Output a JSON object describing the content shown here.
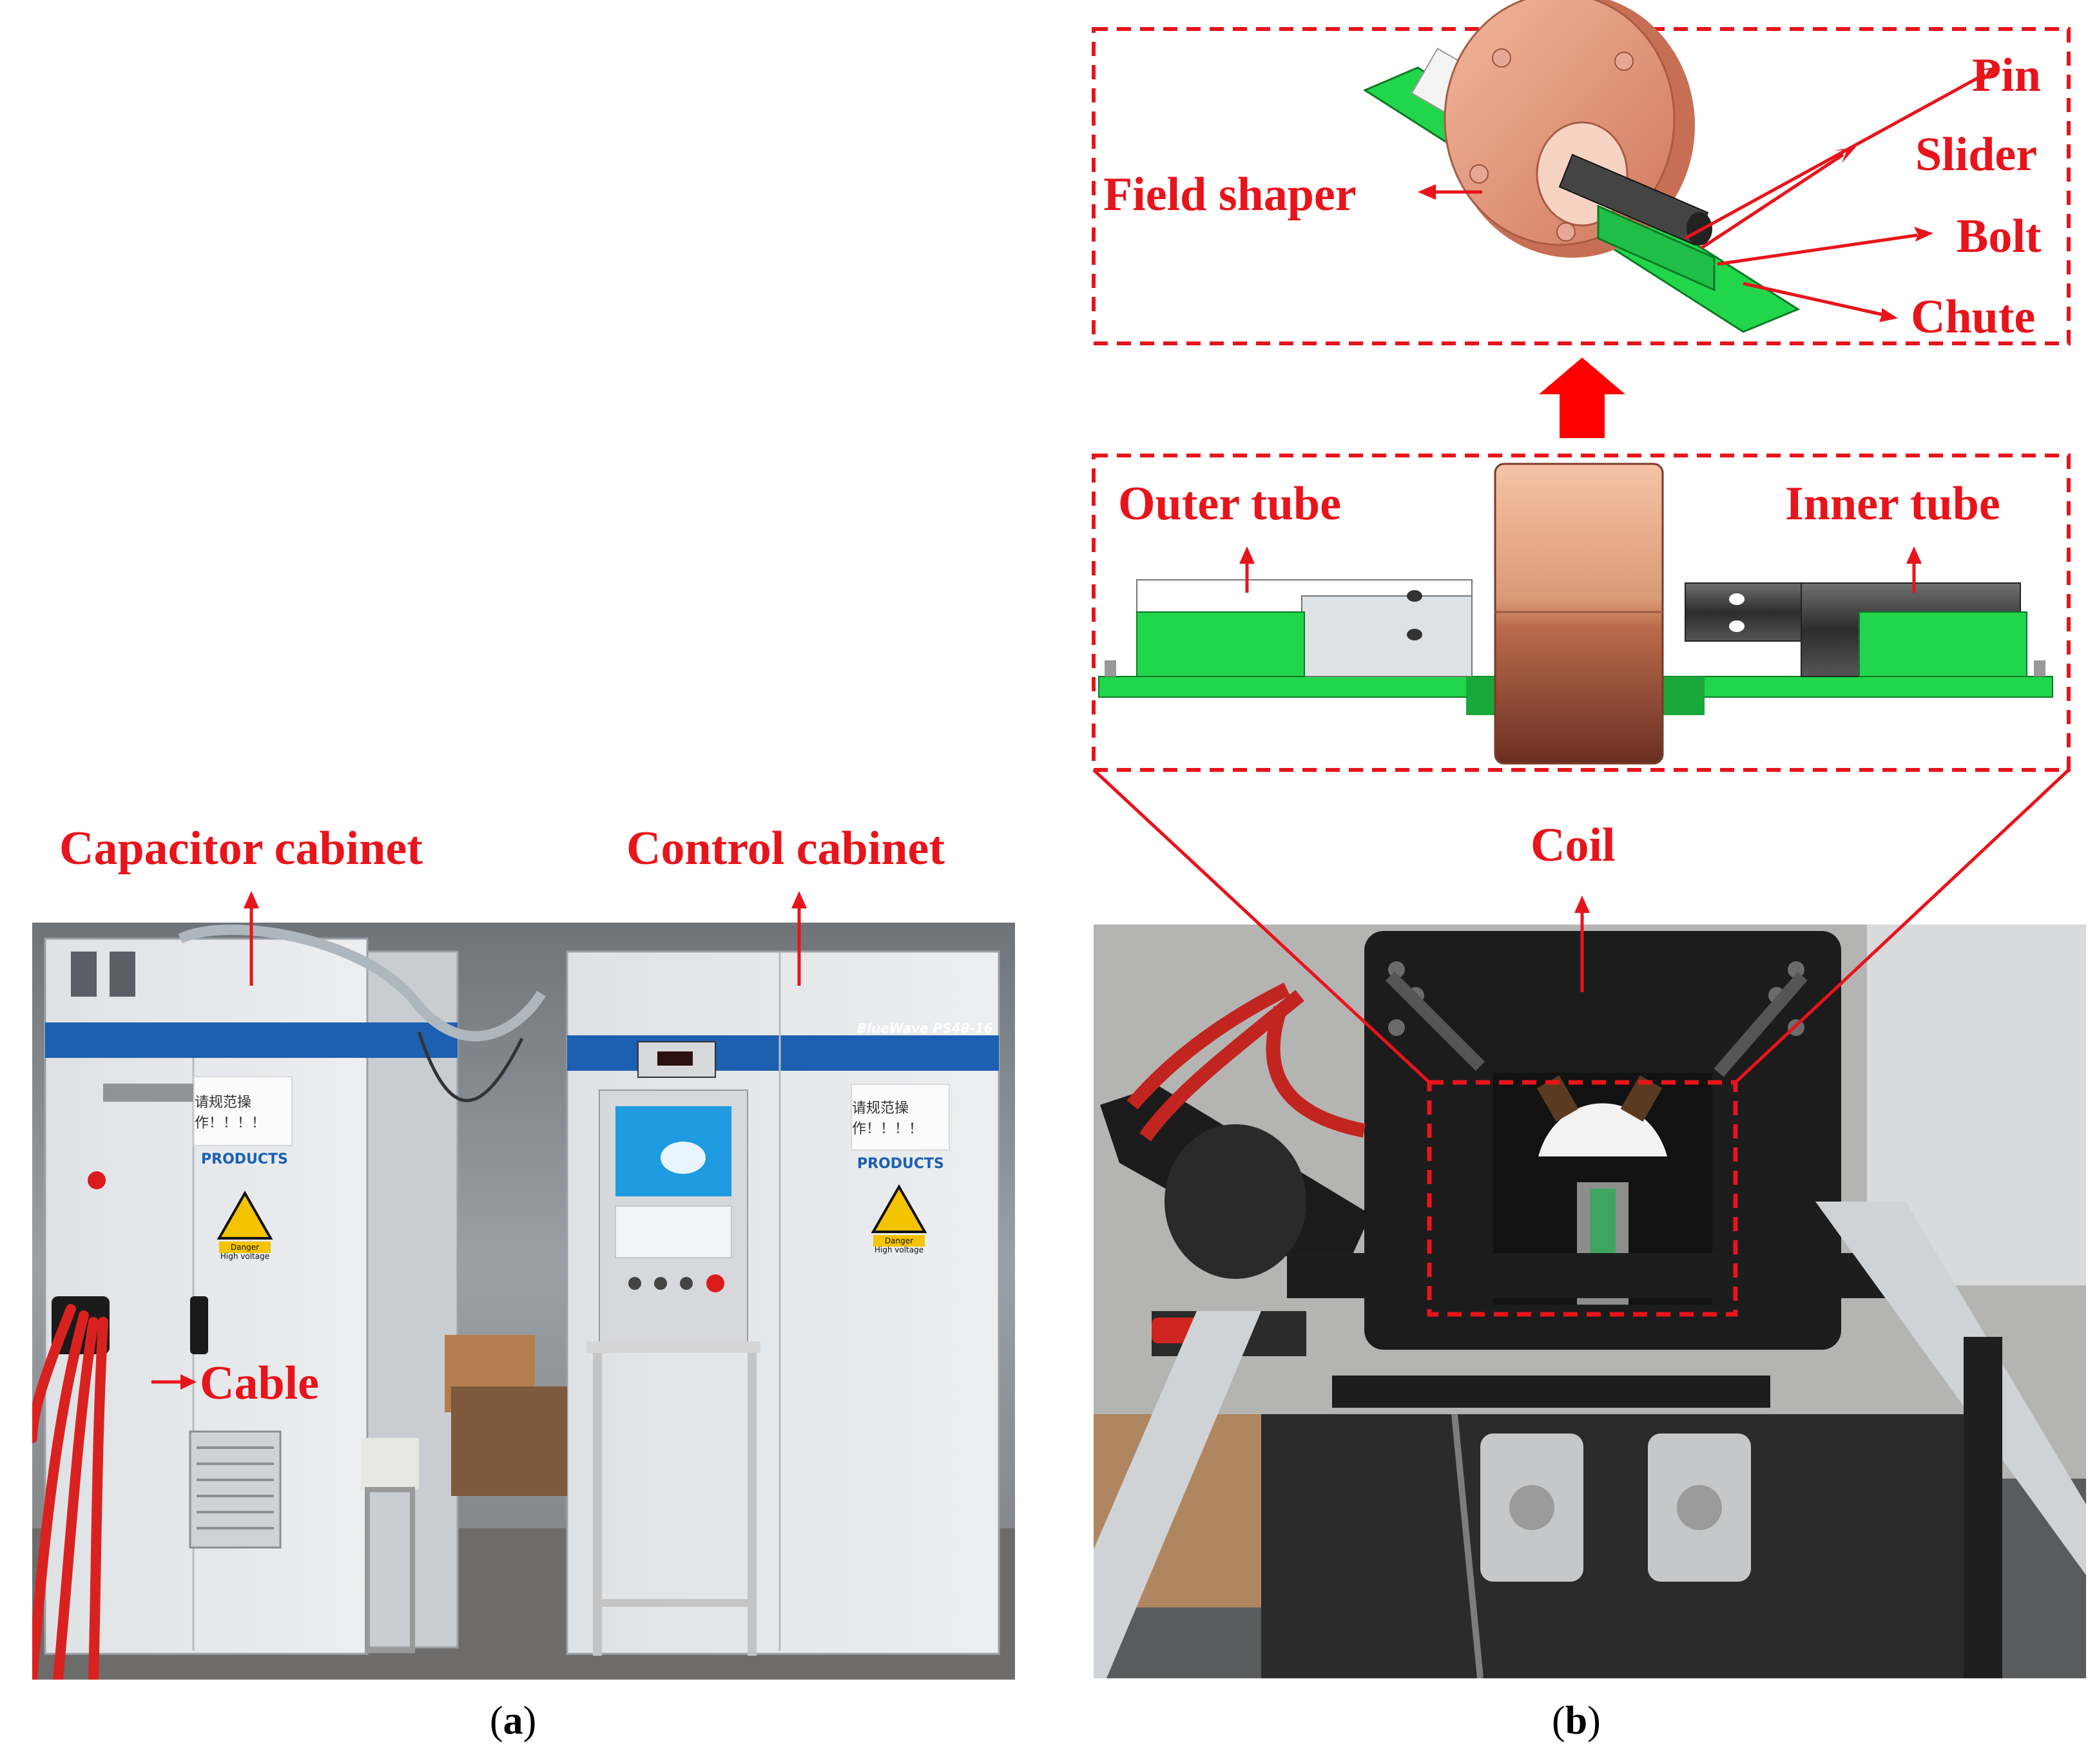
{
  "panel_a": {
    "labels": {
      "capacitor_cabinet": "Capacitor cabinet",
      "control_cabinet": "Control cabinet",
      "cable": "Cable"
    },
    "photo_text": {
      "notice_left": "请规范操作！！！！",
      "notice_right": "请规范操作！！！！",
      "brand_left": "PRODUCTS",
      "brand_right": "PRODUCTS",
      "model": "BlueWave PS48-16",
      "warning_left": "Danger\nHigh voltage",
      "warning_right": "Danger\nHigh voltage"
    },
    "caption_letter": "a"
  },
  "panel_b": {
    "labels": {
      "field_shaper": "Field shaper",
      "pin": "Pin",
      "slider": "Slider",
      "bolt": "Bolt",
      "chute": "Chute",
      "outer_tube": "Outer tube",
      "inner_tube": "Inner tube",
      "coil": "Coil"
    },
    "caption_letter": "b"
  },
  "colors": {
    "label_red": "#e8141b",
    "slider_green": "#22d64b",
    "copper": "#e0907a",
    "tube_dark": "#3a3a3a"
  }
}
